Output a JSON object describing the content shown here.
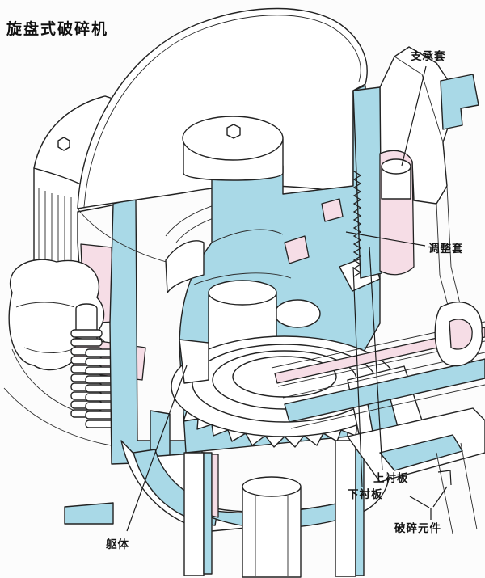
{
  "title": "旋盘式破碎机",
  "colors": {
    "cut_blue": "#a9d9e7",
    "cut_pink": "#f6dde6",
    "outline": "#222222",
    "background": "#fcfcfc"
  },
  "labels": {
    "support_sleeve": "支承套",
    "adjusting_sleeve": "调整套",
    "upper_liner": "上衬板",
    "lower_liner": "下衬板",
    "crushing_elements": "破碎元件",
    "main_body": "躯体"
  }
}
